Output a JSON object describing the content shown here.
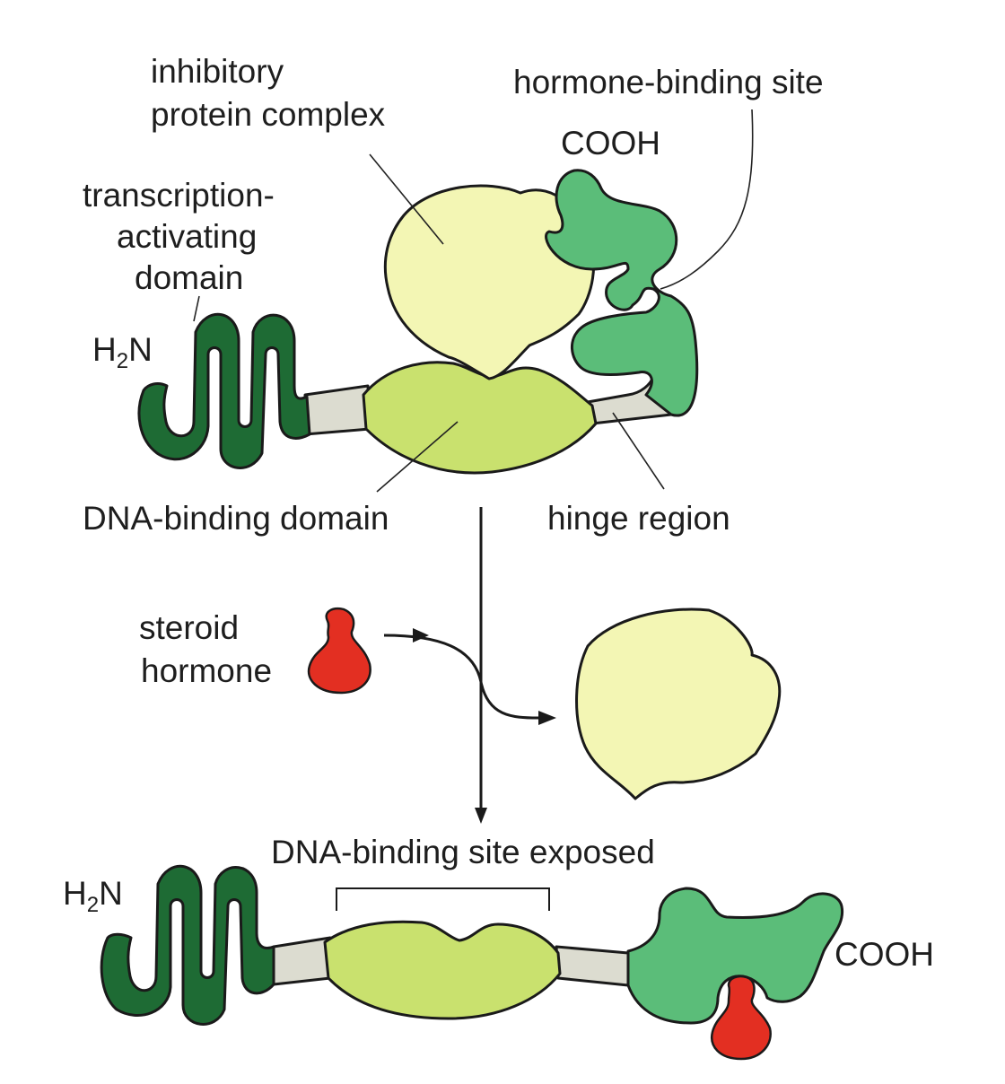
{
  "colors": {
    "activating_domain": "#1e6b34",
    "dna_binding_domain": "#c9e16e",
    "inhibitory_complex": "#f3f6b4",
    "hormone_binding_domain": "#5bbd79",
    "hinge": "#dcdcd0",
    "steroid": "#e32f22",
    "ink": "#1a1a1a"
  },
  "labels": {
    "inhibitory_line1": "inhibitory",
    "inhibitory_line2": "protein complex",
    "hormone_binding_site": "hormone-binding site",
    "cooh_top": "COOH",
    "transcription_line1": "transcription-",
    "transcription_line2": "activating",
    "transcription_line3": "domain",
    "h2n_top_H": "H",
    "h2n_top_sub": "2",
    "h2n_top_N": "N",
    "dna_binding_domain": "DNA-binding domain",
    "hinge_region": "hinge region",
    "steroid_line1": "steroid",
    "steroid_line2": "hormone",
    "dna_site_exposed": "DNA-binding site exposed",
    "h2n_bottom_H": "H",
    "h2n_bottom_sub": "2",
    "h2n_bottom_N": "N",
    "cooh_bottom": "COOH"
  }
}
